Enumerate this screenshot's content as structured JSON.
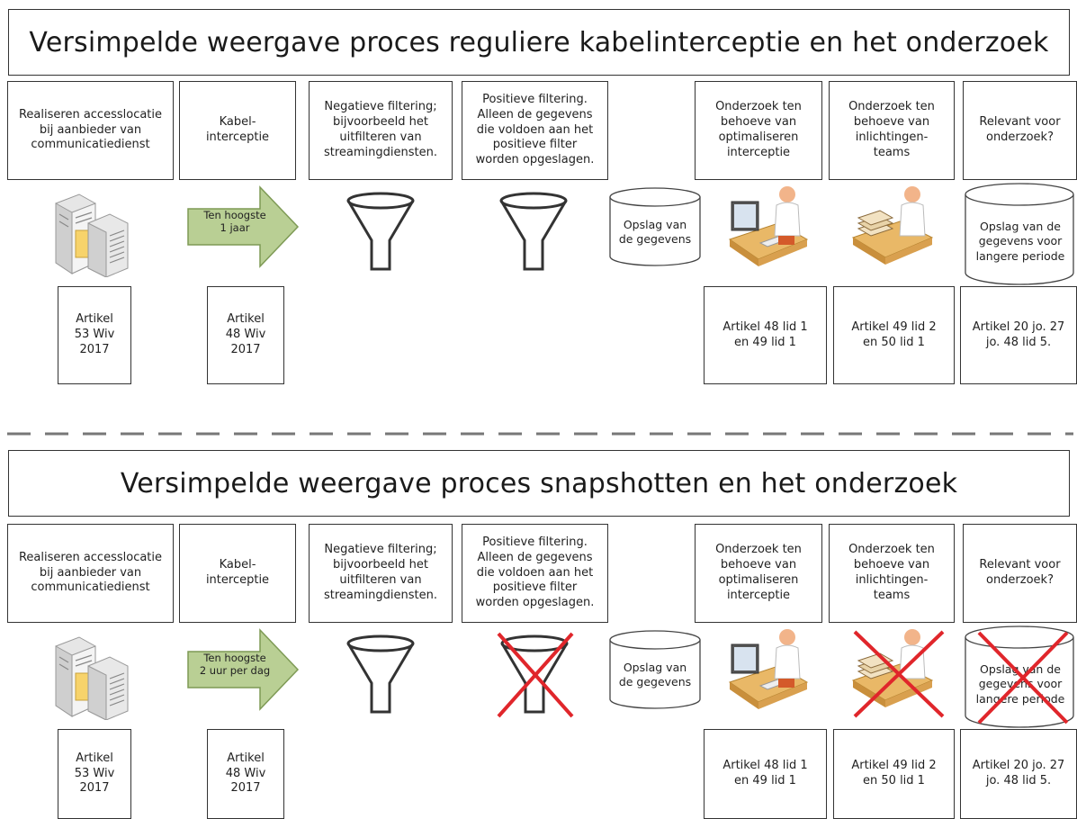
{
  "colors": {
    "arrow_fill": "#b9cf94",
    "arrow_stroke": "#7e9a55",
    "cross": "#e0262b",
    "border": "#333333"
  },
  "top": {
    "title": "Versimpelde weergave proces reguliere kabelinterceptie en het onderzoek",
    "steps": [
      "Realiseren accesslocatie\nbij aanbieder van\ncommunicatiedienst",
      "Kabel-\ninterceptie",
      "Negatieve filtering;\nbijvoorbeeld het\nuitfilteren van\nstreamingdiensten.",
      "Positieve filtering.\nAlleen de gegevens\ndie voldoen aan het\npositieve filter\nworden opgeslagen.",
      "Onderzoek ten\nbehoeve van\noptimaliseren\ninterceptie",
      "Onderzoek ten\nbehoeve van\ninlichtingen-\nteams",
      "Relevant voor\nonderzoek?"
    ],
    "arrow_label": "Ten hoogste\n1 jaar",
    "storage_label": "Opslag van\nde gegevens",
    "long_storage_label": "Opslag van de\ngegevens voor\nlangere periode",
    "articles": [
      "Artikel\n53 Wiv\n2017",
      "Artikel\n48 Wiv\n2017",
      "Artikel 48 lid 1\nen 49 lid 1",
      "Artikel 49 lid 2\nen 50 lid 1",
      "Artikel 20 jo. 27\njo. 48 lid 5."
    ]
  },
  "bottom": {
    "title": "Versimpelde weergave proces snapshotten en het onderzoek",
    "steps": [
      "Realiseren accesslocatie\nbij aanbieder van\ncommunicatiedienst",
      "Kabel-\ninterceptie",
      "Negatieve filtering;\nbijvoorbeeld het\nuitfilteren van\nstreamingdiensten.",
      "Positieve filtering.\nAlleen de gegevens\ndie voldoen aan het\npositieve filter\nworden opgeslagen.",
      "Onderzoek ten\nbehoeve van\noptimaliseren\ninterceptie",
      "Onderzoek ten\nbehoeve van\ninlichtingen-\nteams",
      "Relevant voor\nonderzoek?"
    ],
    "arrow_label": "Ten hoogste\n2 uur per dag",
    "storage_label": "Opslag van\nde gegevens",
    "long_storage_label": "Opslag van de\ngegevens voor\nlangere periode",
    "articles": [
      "Artikel\n53 Wiv\n2017",
      "Artikel\n48 Wiv\n2017",
      "Artikel 48 lid 1\nen 49 lid 1",
      "Artikel 49 lid 2\nen 50 lid 1",
      "Artikel 20 jo. 27\njo. 48 lid 5."
    ]
  }
}
